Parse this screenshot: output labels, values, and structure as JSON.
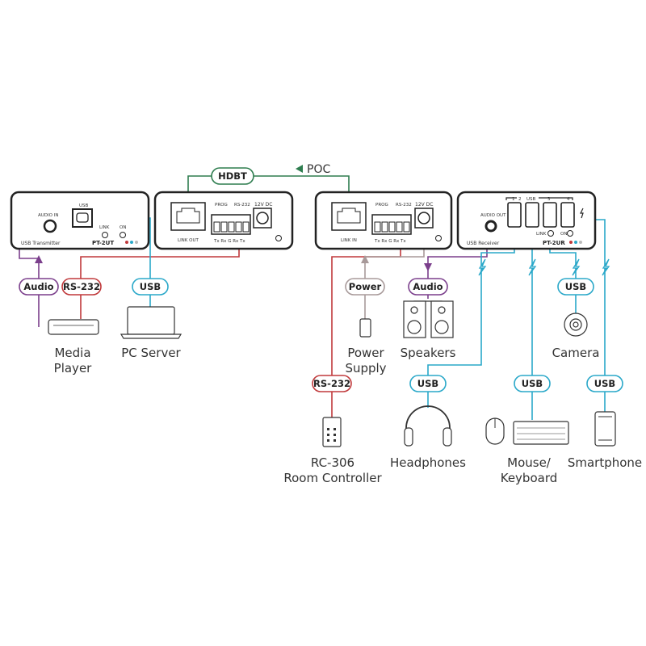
{
  "colors": {
    "audio": "#7b3f8c",
    "rs232": "#c0393b",
    "usb": "#2aa8c9",
    "hdbt": "#2e7d4f",
    "power": "#a89a9a",
    "device_outline": "#222222"
  },
  "transmitter": {
    "audio_in": "AUDIO IN",
    "usb": "USB",
    "link": "LINK",
    "on": "ON",
    "name": "USB Transmitter",
    "model": "PT-2UT",
    "link_out": "LINK OUT",
    "prog": "PROG",
    "rs232": "RS-232",
    "dc": "12V DC",
    "pins": "Tx Rx  G  Rx Tx"
  },
  "receiver": {
    "link_in": "LINK IN",
    "prog": "PROG",
    "rs232": "RS-232",
    "dc": "12V DC",
    "pins": "Tx Rx  G  Rx Tx",
    "audio_out": "AUDIO OUT",
    "usb": "USB",
    "ports": [
      "1",
      "2",
      "3",
      "4"
    ],
    "link": "LINK",
    "on": "ON",
    "name": "USB Receiver",
    "model": "PT-2UR"
  },
  "connections": {
    "hdbt": "HDBT",
    "poc": "POC",
    "audio": "Audio",
    "rs232": "RS-232",
    "usb": "USB",
    "power": "Power"
  },
  "devices": {
    "media_player": [
      "Media",
      "Player"
    ],
    "pc_server": "PC Server",
    "power_supply": [
      "Power",
      "Supply"
    ],
    "speakers": "Speakers",
    "camera": "Camera",
    "room_controller": [
      "RC-306",
      "Room Controller"
    ],
    "headphones": "Headphones",
    "mouse_keyboard": [
      "Mouse/",
      "Keyboard"
    ],
    "smartphone": "Smartphone"
  }
}
